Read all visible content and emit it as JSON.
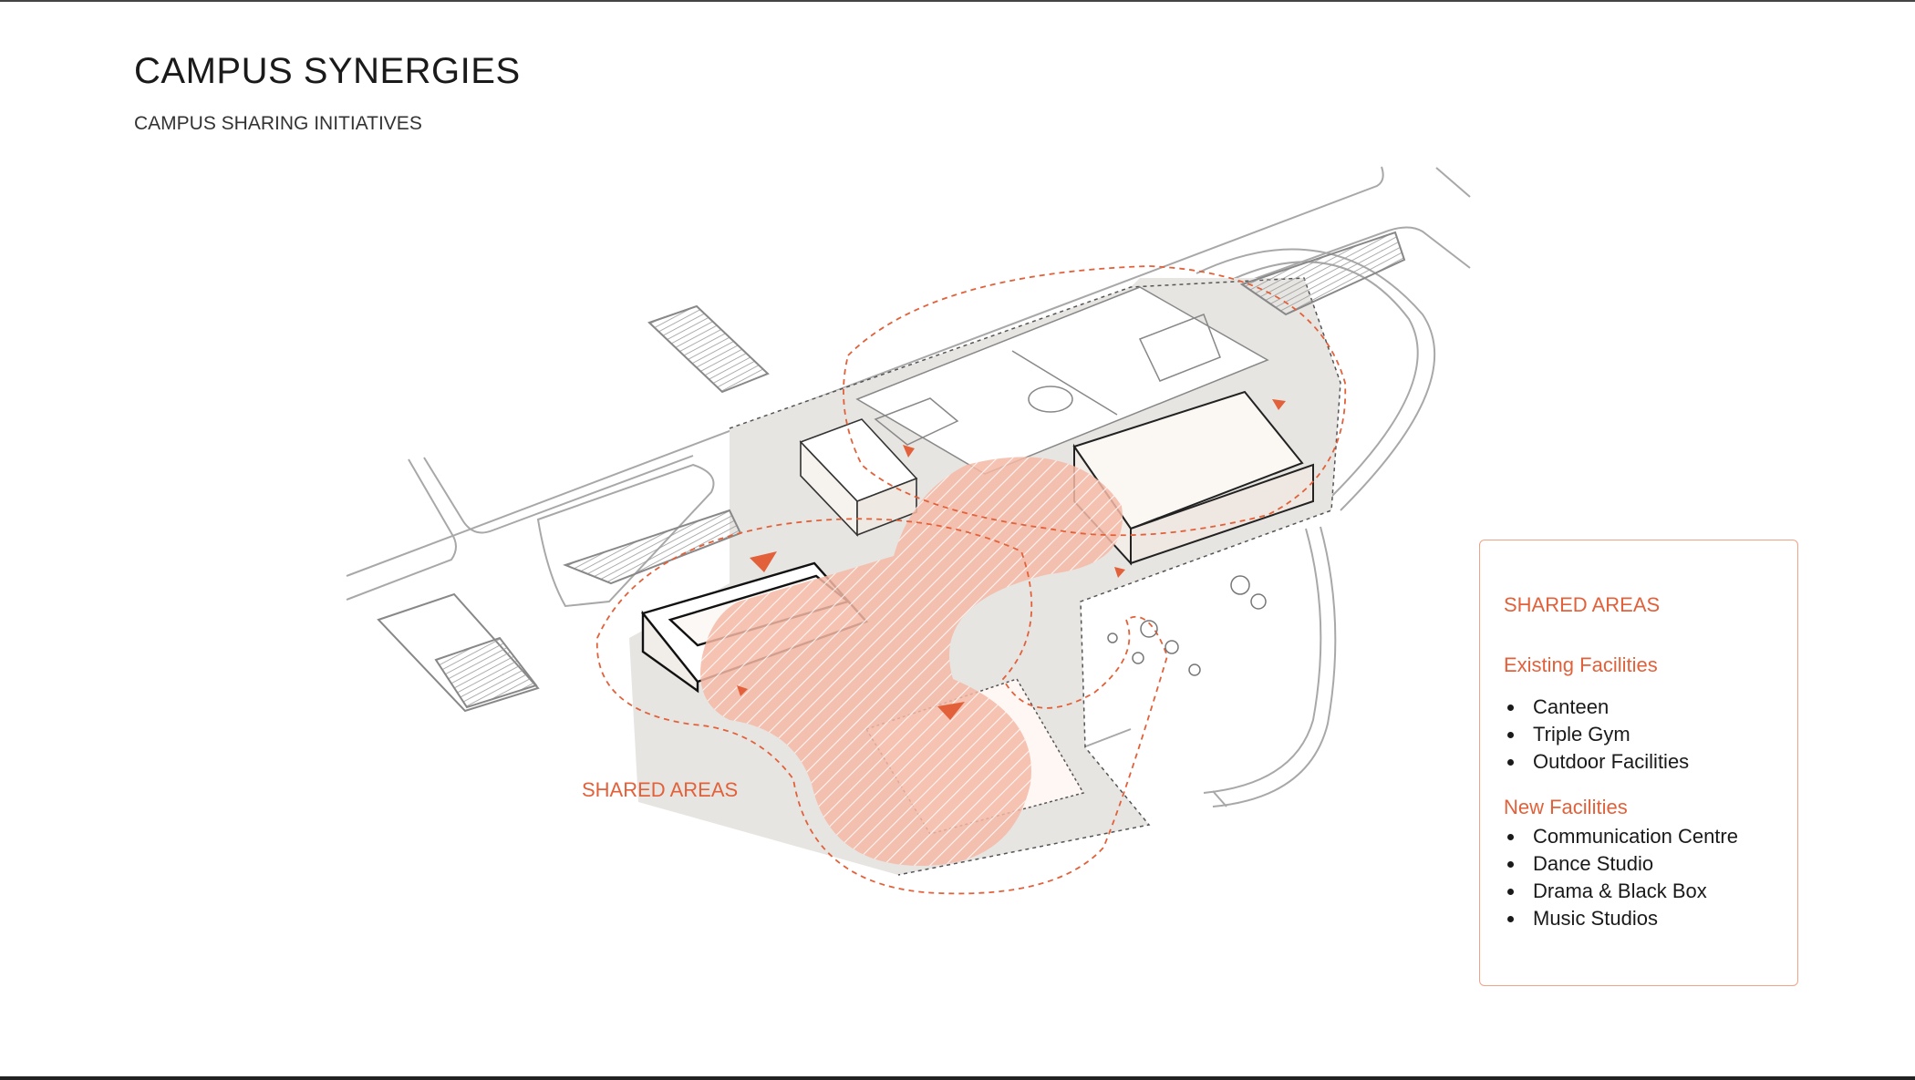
{
  "header": {
    "title": "CAMPUS SYNERGIES",
    "subtitle": "CAMPUS SHARING INITIATIVES"
  },
  "map": {
    "shared_areas_label": "SHARED AREAS",
    "accent_color": "#e2613a",
    "shared_fill_color": "#f4b8a6"
  },
  "legend": {
    "title": "SHARED AREAS",
    "sections": [
      {
        "heading": "Existing Facilities",
        "items": [
          "Canteen",
          "Triple Gym",
          "Outdoor Facilities"
        ]
      },
      {
        "heading": "New Facilities",
        "items": [
          "Communication Centre",
          "Dance  Studio",
          "Drama & Black Box",
          "Music Studios"
        ]
      }
    ]
  }
}
